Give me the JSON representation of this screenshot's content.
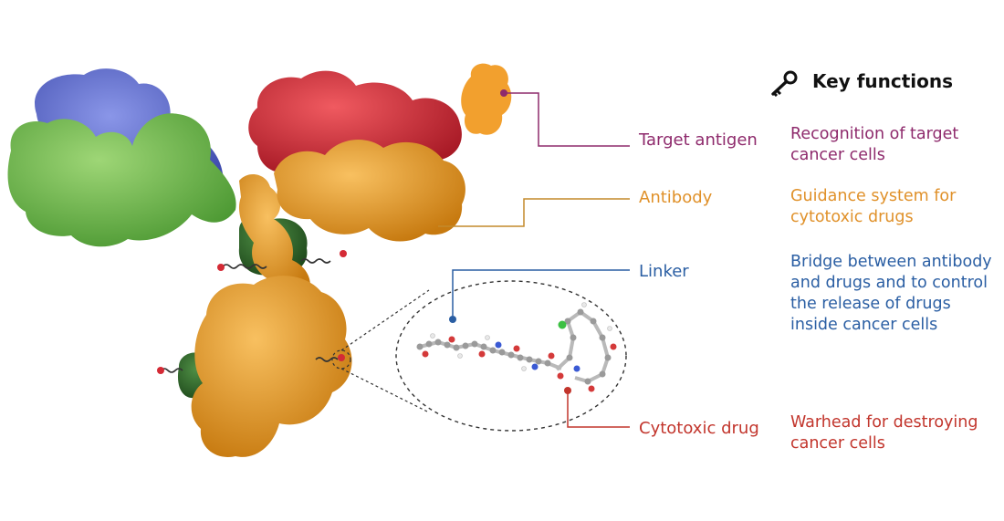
{
  "header": {
    "title": "Key functions",
    "icon": "key-icon"
  },
  "components": [
    {
      "id": "target-antigen",
      "label": "Target antigen",
      "description": "Recognition of target\ncancer cells",
      "color": "#8e2a6c"
    },
    {
      "id": "antibody",
      "label": "Antibody",
      "description": "Guidance system for\ncytotoxic drugs",
      "color": "#e99a2a"
    },
    {
      "id": "linker",
      "label": "Linker",
      "description": "Bridge between antibody\nand drugs and to control\nthe release of drugs\ninside cancer cells",
      "color": "#2a5ea3"
    },
    {
      "id": "cytotoxic-drug",
      "label": "Cytotoxic drug",
      "description": "Warhead for destroying\ncancer cells",
      "color": "#c2352c"
    }
  ],
  "palette": {
    "heavy_chain_blue": "#5a68c8",
    "light_chain_green": "#6bb34a",
    "dark_green": "#2f6a2a",
    "antigen_binding_red": "#d42a35",
    "antibody_orange": "#e79a22",
    "antigen_orange": "#f2a02e"
  }
}
